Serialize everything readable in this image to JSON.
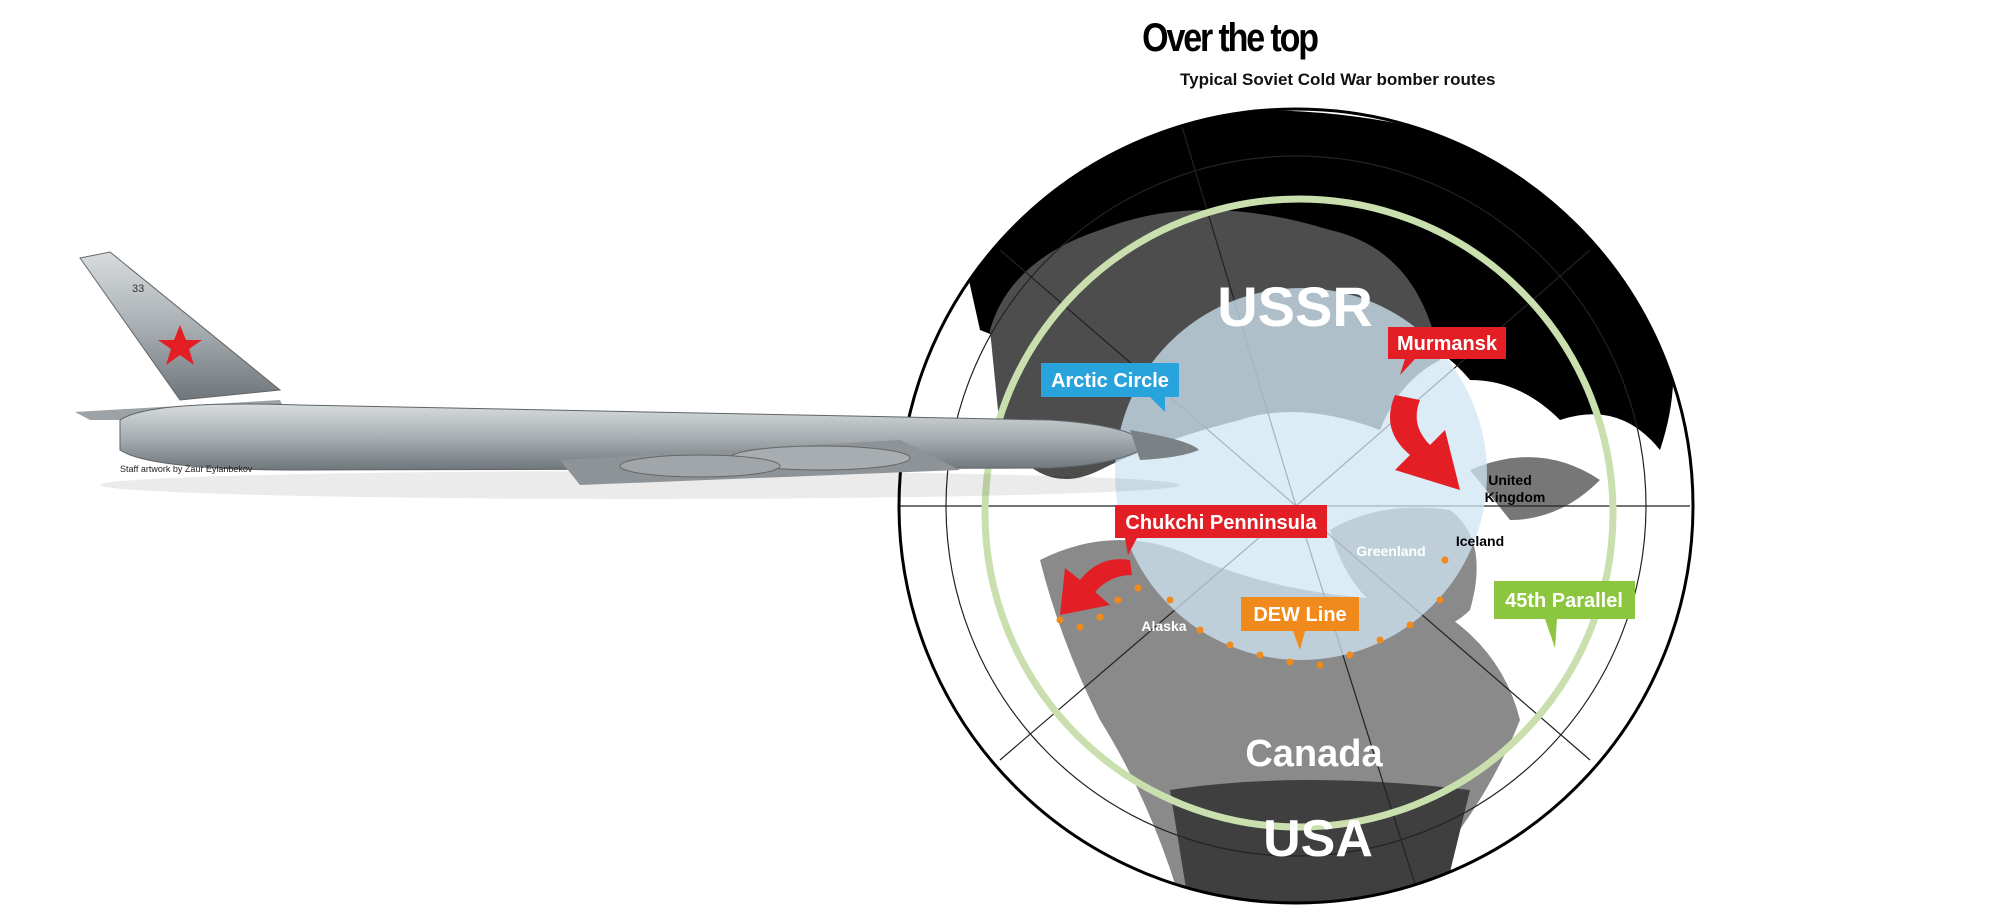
{
  "title": "Over the top",
  "subtitle": "Typical Soviet Cold War bomber routes",
  "credit": "Staff artwork by Zaur Eylanbekov",
  "regions": {
    "ussr": "USSR",
    "canada": "Canada",
    "usa": "USA",
    "alaska": "Alaska",
    "greenland": "Greenland",
    "iceland": "Iceland",
    "uk_line1": "United",
    "uk_line2": "Kingdom"
  },
  "callouts": {
    "murmansk": "Murmansk",
    "arctic_circle": "Arctic Circle",
    "chukchi": "Chukchi Penninsula",
    "dew_line": "DEW Line",
    "parallel": "45th Parallel"
  },
  "plane_tail_number": "33",
  "colors": {
    "red": "#e31e24",
    "blue": "#29a3dc",
    "orange": "#f08a1c",
    "green": "#8cc63f",
    "ring": "#c9dfae",
    "arctic": "#cfe6f4"
  }
}
